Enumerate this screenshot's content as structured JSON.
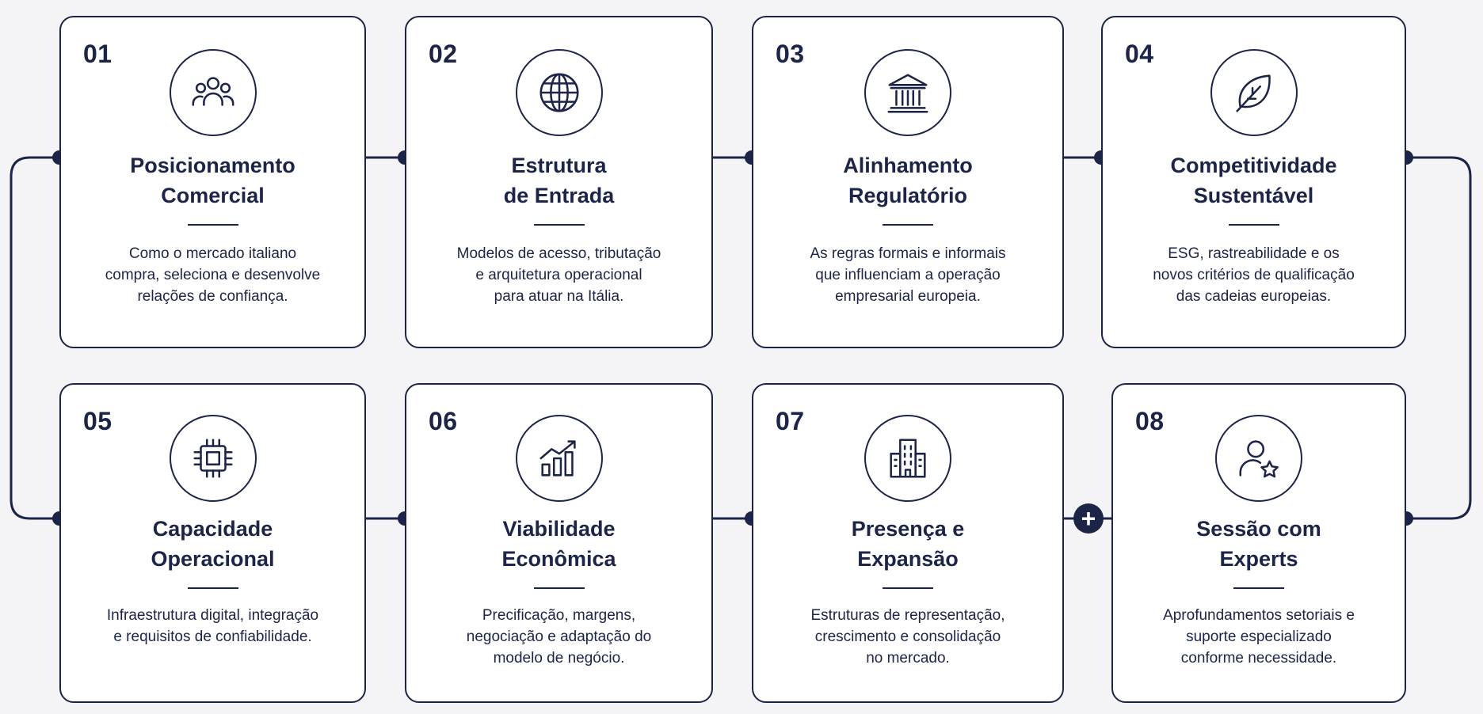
{
  "steps": [
    {
      "number": "01",
      "icon": "people-group-icon",
      "title": [
        "Posicionamento",
        "Comercial"
      ],
      "description": [
        "Como o mercado italiano",
        "compra, seleciona e desenvolve",
        "relações de confiança."
      ]
    },
    {
      "number": "02",
      "icon": "globe-icon",
      "title": [
        "Estrutura",
        "de Entrada"
      ],
      "description": [
        "Modelos de acesso, tributação",
        "e arquitetura operacional",
        "para atuar na Itália."
      ]
    },
    {
      "number": "03",
      "icon": "government-building-icon",
      "title": [
        "Alinhamento",
        "Regulatório"
      ],
      "description": [
        "As regras formais e informais",
        "que influenciam a operação",
        "empresarial europeia."
      ]
    },
    {
      "number": "04",
      "icon": "leaf-icon",
      "title": [
        "Competitividade",
        "Sustentável"
      ],
      "description": [
        "ESG, rastreabilidade e os",
        "novos critérios de qualificação",
        "das cadeias europeias."
      ]
    },
    {
      "number": "05",
      "icon": "microchip-icon",
      "title": [
        "Capacidade",
        "Operacional"
      ],
      "description": [
        "Infraestrutura digital, integração",
        "e requisitos de confiabilidade."
      ]
    },
    {
      "number": "06",
      "icon": "growth-chart-icon",
      "title": [
        "Viabilidade",
        "Econômica"
      ],
      "description": [
        "Precificação, margens,",
        "negociação e adaptação do",
        "modelo de negócio."
      ]
    },
    {
      "number": "07",
      "icon": "office-buildings-icon",
      "title": [
        "Presença e",
        "Expansão"
      ],
      "description": [
        "Estruturas de representação,",
        "crescimento e consolidação",
        "no mercado."
      ]
    },
    {
      "number": "08",
      "icon": "user-star-icon",
      "title": [
        "Sessão com",
        "Experts"
      ],
      "description": [
        "Aprofundamentos setoriais e",
        "suporte especializado",
        "conforme necessidade."
      ]
    }
  ],
  "plus_connector": {
    "symbol": "+",
    "icon": "plus-icon"
  },
  "colors": {
    "navy": "#1c2447",
    "card_background": "#ffffff",
    "page_background": "#f4f4f6"
  }
}
